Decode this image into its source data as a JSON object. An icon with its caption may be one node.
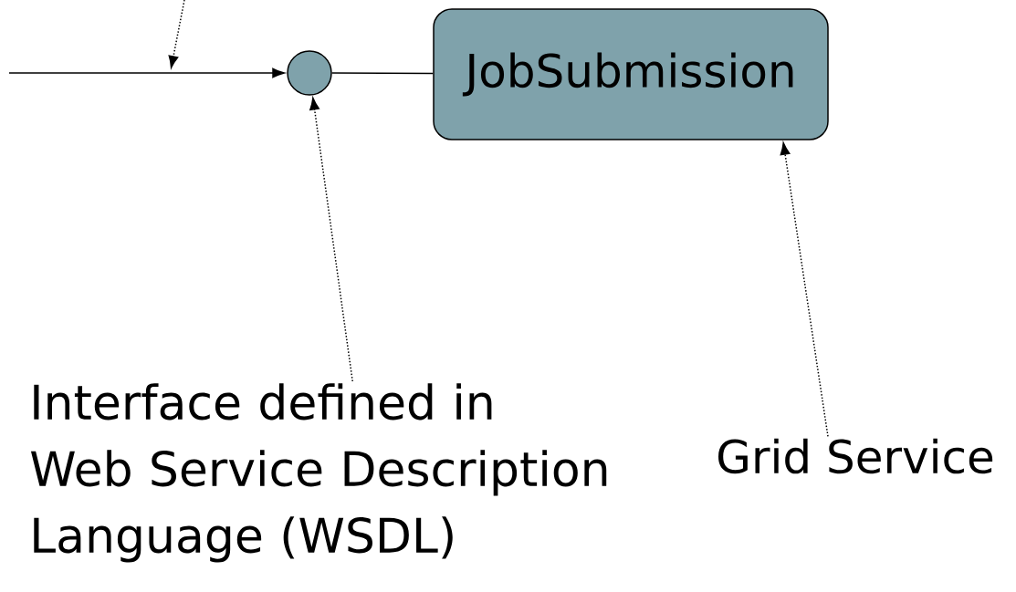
{
  "diagram": {
    "nodes": [
      {
        "text": [],
        "shape": "circle"
      },
      {
        "text": [
          "JobSubmission"
        ]
      },
      {
        "text": [
          "Interface defined in Web Service Description Language (WSDL)"
        ]
      },
      {
        "text": [
          "Grid Service"
        ]
      }
    ],
    "edges": [
      {
        "from": null,
        "to": 0,
        "arrow": "to"
      },
      {
        "from": 0,
        "to": 1,
        "arrow": "none"
      },
      {
        "from": 2,
        "to": 0,
        "arrow": "to",
        "style": "dashed"
      },
      {
        "from": 3,
        "to": 1,
        "arrow": "to",
        "style": "dashed"
      }
    ]
  }
}
